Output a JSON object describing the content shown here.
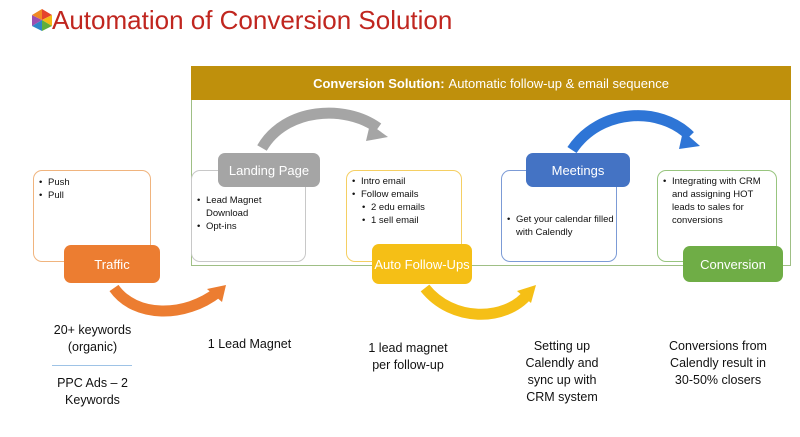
{
  "title": "Automation of Conversion Solution",
  "banner": {
    "bold": "Conversion Solution:",
    "text": "Automatic follow-up & email sequence"
  },
  "stages": [
    {
      "label": "Traffic",
      "bullets": [
        "Push",
        "Pull"
      ],
      "color": "#ec7d31"
    },
    {
      "label": "Landing Page",
      "bullets": [
        "Lead Magnet Download",
        "Opt-ins"
      ],
      "color": "#a5a5a5"
    },
    {
      "label": "Auto Follow-Ups",
      "bullets": [
        "Intro email",
        "Follow emails"
      ],
      "sub_bullets": [
        "2 edu emails",
        "1 sell email"
      ],
      "color": "#f5bf16"
    },
    {
      "label": "Meetings",
      "bullets": [
        "Get your calendar filled with Calendly"
      ],
      "color": "#4473c4"
    },
    {
      "label": "Conversion",
      "bullets": [
        "Integrating with CRM and assigning HOT leads to sales for conversions"
      ],
      "color": "#6fad46"
    }
  ],
  "captions": {
    "traffic_1": "20+ keywords (organic)",
    "traffic_2": "PPC Ads – 2 Keywords",
    "landing": "1 Lead Magnet",
    "followups": "1 lead magnet per follow-up",
    "meetings": "Setting up Calendly and sync up with CRM system",
    "conversion": "Conversions from Calendly result in 30-50% closers"
  },
  "colors": {
    "title": "#c0261f",
    "banner": "#bf900c",
    "frame": "#9fbf85"
  }
}
